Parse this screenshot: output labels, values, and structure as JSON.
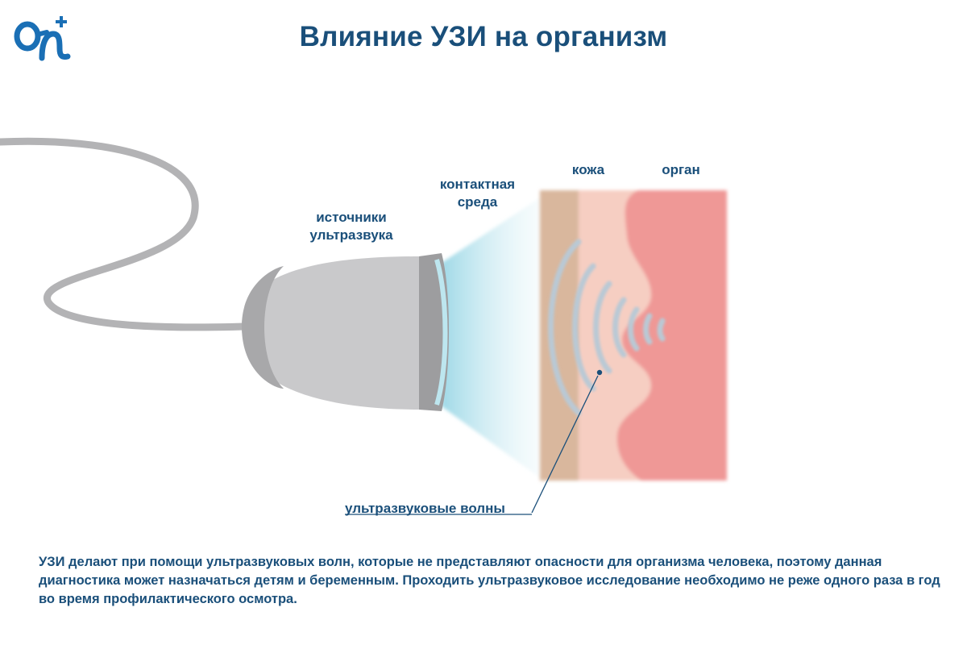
{
  "logo": {
    "text": "On+",
    "icon": "on-plus-logo",
    "color": "#1a6fb5"
  },
  "title": "Влияние УЗИ на организм",
  "labels": {
    "source": "источники ультразвука",
    "contact_medium": "контактная среда",
    "skin": "кожа",
    "organ": "орган",
    "waves": "ультразвуковые волны"
  },
  "description": "УЗИ делают при помощи ультразвуковых волн, которые не представляют опасности для организма человека, поэтому данная диагностика может назначаться детям и беременным. Проходить ультразвуковое исследование необходимо не реже одного раза в год во время профилактического осмотра.",
  "colors": {
    "text": "#1a4f7a",
    "probe_body": "#c9c9cb",
    "probe_dark": "#9d9d9f",
    "cable": "#b3b3b5",
    "beam": "#a8dbe8",
    "outer_layer": "#d9b79d",
    "skin": "#f6cec2",
    "organ": "#ef9896",
    "waves": "#b9c9d5"
  }
}
